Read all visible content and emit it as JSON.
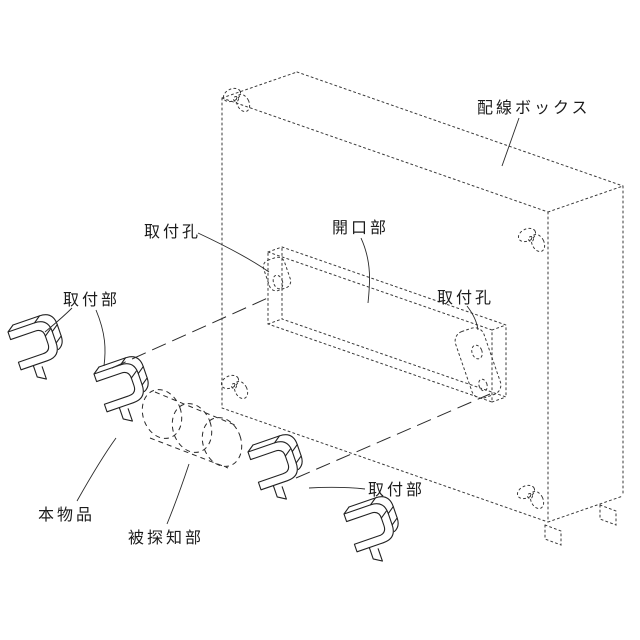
{
  "figure": {
    "labels": {
      "wiring_box": "配線ボックス",
      "mounting_hole_left": "取付孔",
      "opening": "開口部",
      "mounting_hole_right": "取付孔",
      "mounting_part_left": "取付部",
      "mounting_part_right": "取付部",
      "article": "本物品",
      "detected_part": "被探知部"
    }
  }
}
